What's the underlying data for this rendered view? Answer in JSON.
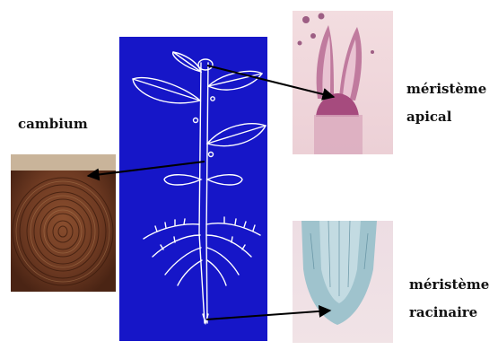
{
  "labels": {
    "cambium": "cambium",
    "apical_line1": "méristème",
    "apical_line2": "apical",
    "racinaire_line1": "méristème",
    "racinaire_line2": "racinaire"
  },
  "colors": {
    "panel_blue": "#1616c8",
    "wood_brown": "#6b3a22",
    "tissue_pink": "#f2d5d8",
    "tissue_purple": "#9a4a7c",
    "tissue_teal": "#7fa7b6",
    "arrow": "#000000"
  }
}
